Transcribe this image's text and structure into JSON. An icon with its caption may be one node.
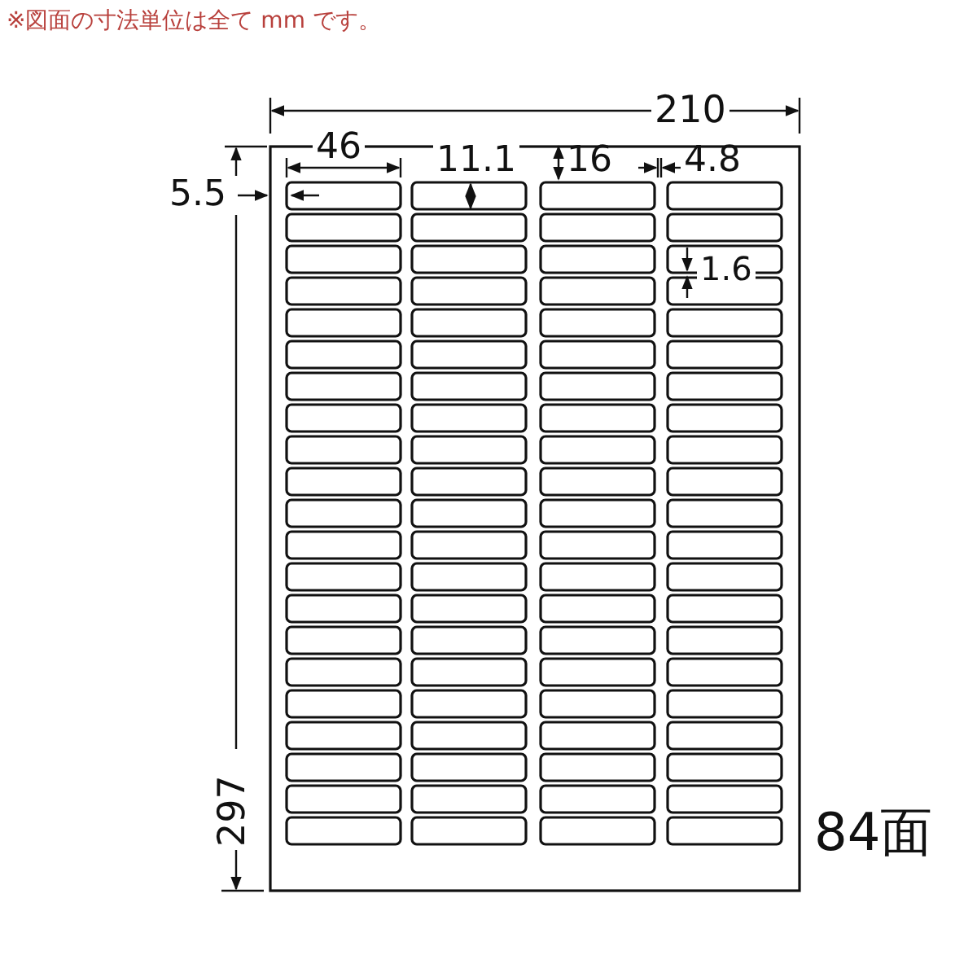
{
  "diagram": {
    "labels": [
      "※図面の寸法単位は全て mm です。",
      "210",
      "46",
      "11.1",
      "16",
      "4.8",
      "5.5",
      "1.6",
      "297",
      "84面"
    ]
  }
}
